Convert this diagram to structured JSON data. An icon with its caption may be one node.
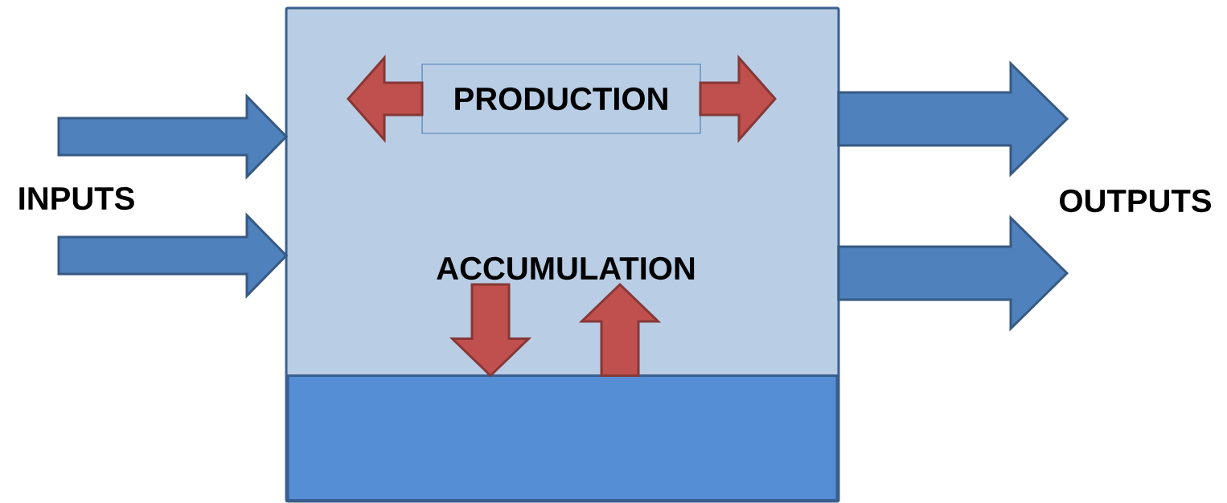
{
  "diagram": {
    "nodes": [
      {
        "text": [],
        "shape": "box"
      },
      {
        "text": [
          "PRODUCTION"
        ],
        "in": 0
      },
      {
        "text": [
          "ACCUMULATION"
        ],
        "in": 0
      },
      {
        "text": [],
        "shape": "bar",
        "in": 0
      }
    ],
    "edges": [
      {
        "from": null,
        "to": 0,
        "arrow": "to"
      },
      {
        "from": null,
        "to": 0,
        "arrow": "to"
      },
      {
        "from": 0,
        "to": null,
        "arrow": "to"
      },
      {
        "from": 0,
        "to": null,
        "arrow": "to"
      },
      {
        "from": 1,
        "to": null,
        "arrow": "to",
        "color": "#c0504d"
      },
      {
        "from": 1,
        "to": null,
        "arrow": "to",
        "color": "#c0504d"
      },
      {
        "from": 2,
        "to": 3,
        "arrow": "to",
        "color": "#c0504d"
      },
      {
        "from": 3,
        "to": 2,
        "arrow": "to",
        "color": "#c0504d"
      }
    ],
    "labels": [
      "INPUTS",
      "OUTPUTS"
    ]
  }
}
